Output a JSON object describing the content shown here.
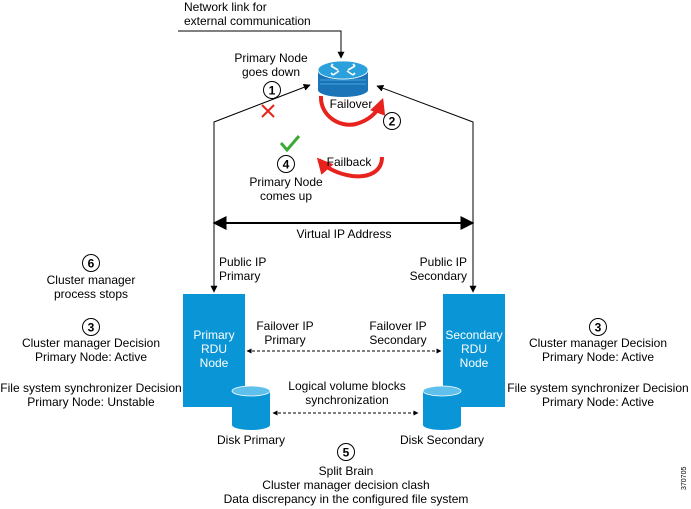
{
  "colors": {
    "node_fill": "#0a96d6",
    "arrow_red": "#e8231d",
    "check_green": "#3aaa35",
    "router_top": "#2aa0dc",
    "router_side": "#1b74b8"
  },
  "icons": {
    "router": "router-icon",
    "disk": "disk-icon",
    "x_mark": "x-mark-icon",
    "check": "check-mark-icon"
  },
  "network_link": {
    "line1": "Network link for",
    "line2": "external communication"
  },
  "step1": {
    "num": "1",
    "line1": "Primary Node",
    "line2": "goes down"
  },
  "step2": {
    "num": "2",
    "label": "Failover"
  },
  "step4": {
    "num": "4",
    "label": "Failback",
    "line1": "Primary Node",
    "line2": "comes up"
  },
  "virtual_ip": "Virtual IP Address",
  "public_ip_primary": {
    "line1": "Public IP",
    "line2": "Primary"
  },
  "public_ip_secondary": {
    "line1": "Public IP",
    "line2": "Secondary"
  },
  "step6": {
    "num": "6",
    "line1": "Cluster manager",
    "line2": "process stops"
  },
  "primary_node": {
    "line1": "Primary",
    "line2": "RDU",
    "line3": "Node"
  },
  "secondary_node": {
    "line1": "Secondary",
    "line2": "RDU",
    "line3": "Node"
  },
  "failover_ip_primary": {
    "line1": "Failover IP",
    "line2": "Primary"
  },
  "failover_ip_secondary": {
    "line1": "Failover IP",
    "line2": "Secondary"
  },
  "step3_left": {
    "num": "3",
    "line1": "Cluster manager Decision",
    "line2": "Primary Node: Active"
  },
  "step3_right": {
    "num": "3",
    "line1": "Cluster manager Decision",
    "line2": "Primary Node: Active"
  },
  "fs_left": {
    "line1": "File system synchronizer Decision",
    "line2": "Primary Node: Unstable"
  },
  "fs_right": {
    "line1": "File system synchronizer Decision",
    "line2": "Primary Node: Active"
  },
  "logical_volume": {
    "line1": "Logical volume blocks",
    "line2": "synchronization"
  },
  "disk_primary": "Disk Primary",
  "disk_secondary": "Disk Secondary",
  "step5": {
    "num": "5",
    "line1": "Split Brain",
    "line2": "Cluster manager decision clash",
    "line3": "Data discrepancy in the configured file system"
  },
  "figure_id": "370705"
}
